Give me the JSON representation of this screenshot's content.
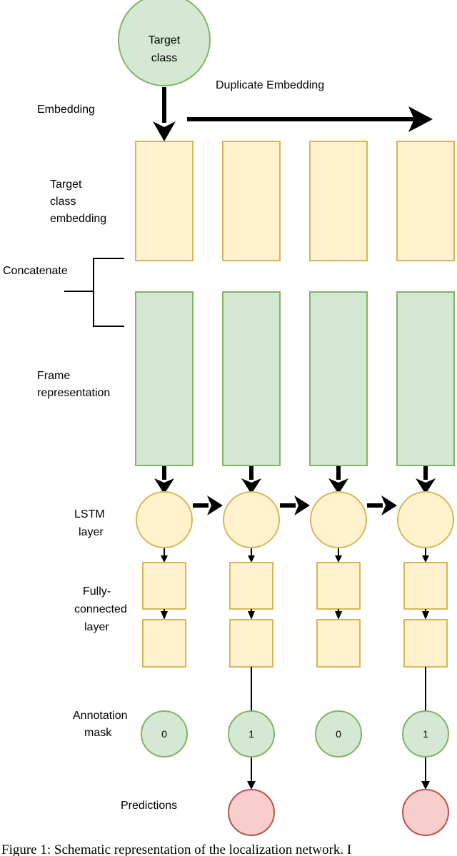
{
  "labels": {
    "target_class_line1": "Target",
    "target_class_line2": "class",
    "duplicate_embedding": "Duplicate Embedding",
    "embedding": "Embedding",
    "target_class_embedding_line1": "Target",
    "target_class_embedding_line2": "class",
    "target_class_embedding_line3": "embedding",
    "concatenate": "Concatenate",
    "frame_representation_line1": "Frame",
    "frame_representation_line2": "representation",
    "lstm_line1": "LSTM",
    "lstm_line2": "layer",
    "fc_line1": "Fully-",
    "fc_line2": "connected",
    "fc_line3": "layer",
    "annotation_line1": "Annotation",
    "annotation_line2": "mask",
    "predictions": "Predictions"
  },
  "mask_values": [
    "0",
    "1",
    "0",
    "1"
  ],
  "caption": "Figure 1: Schematic representation of the localization network. I",
  "colors": {
    "yellow_fill": "#fff2cc",
    "yellow_stroke": "#d6b656",
    "green_fill": "#d5e8d4",
    "green_stroke": "#82b366",
    "red_fill": "#f8cecc",
    "red_stroke": "#b85450"
  }
}
